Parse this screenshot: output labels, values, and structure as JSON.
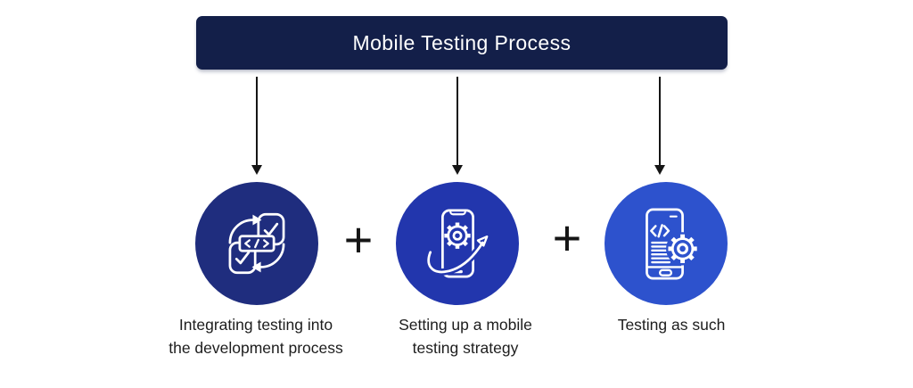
{
  "title": {
    "text": "Mobile Testing Process"
  },
  "colors": {
    "background": "#ffffff",
    "banner_bg": "#131f49",
    "banner_text": "#ffffff",
    "connector": "#151515",
    "label_text": "#1d1d1d",
    "icon_stroke": "#ffffff"
  },
  "steps": [
    {
      "icon": "dev-cycle-check-icon",
      "circle_color": "#1f2d7e",
      "lines": [
        "Integrating testing into",
        "the development process"
      ]
    },
    {
      "icon": "phone-gear-arrow-icon",
      "circle_color": "#2236ad",
      "lines": [
        "Setting up a mobile",
        "testing strategy"
      ]
    },
    {
      "icon": "phone-code-gear-icon",
      "circle_color": "#2d52cd",
      "lines": [
        "Testing as such"
      ]
    }
  ],
  "separators": [
    {
      "symbol": "+"
    },
    {
      "symbol": "+"
    }
  ]
}
